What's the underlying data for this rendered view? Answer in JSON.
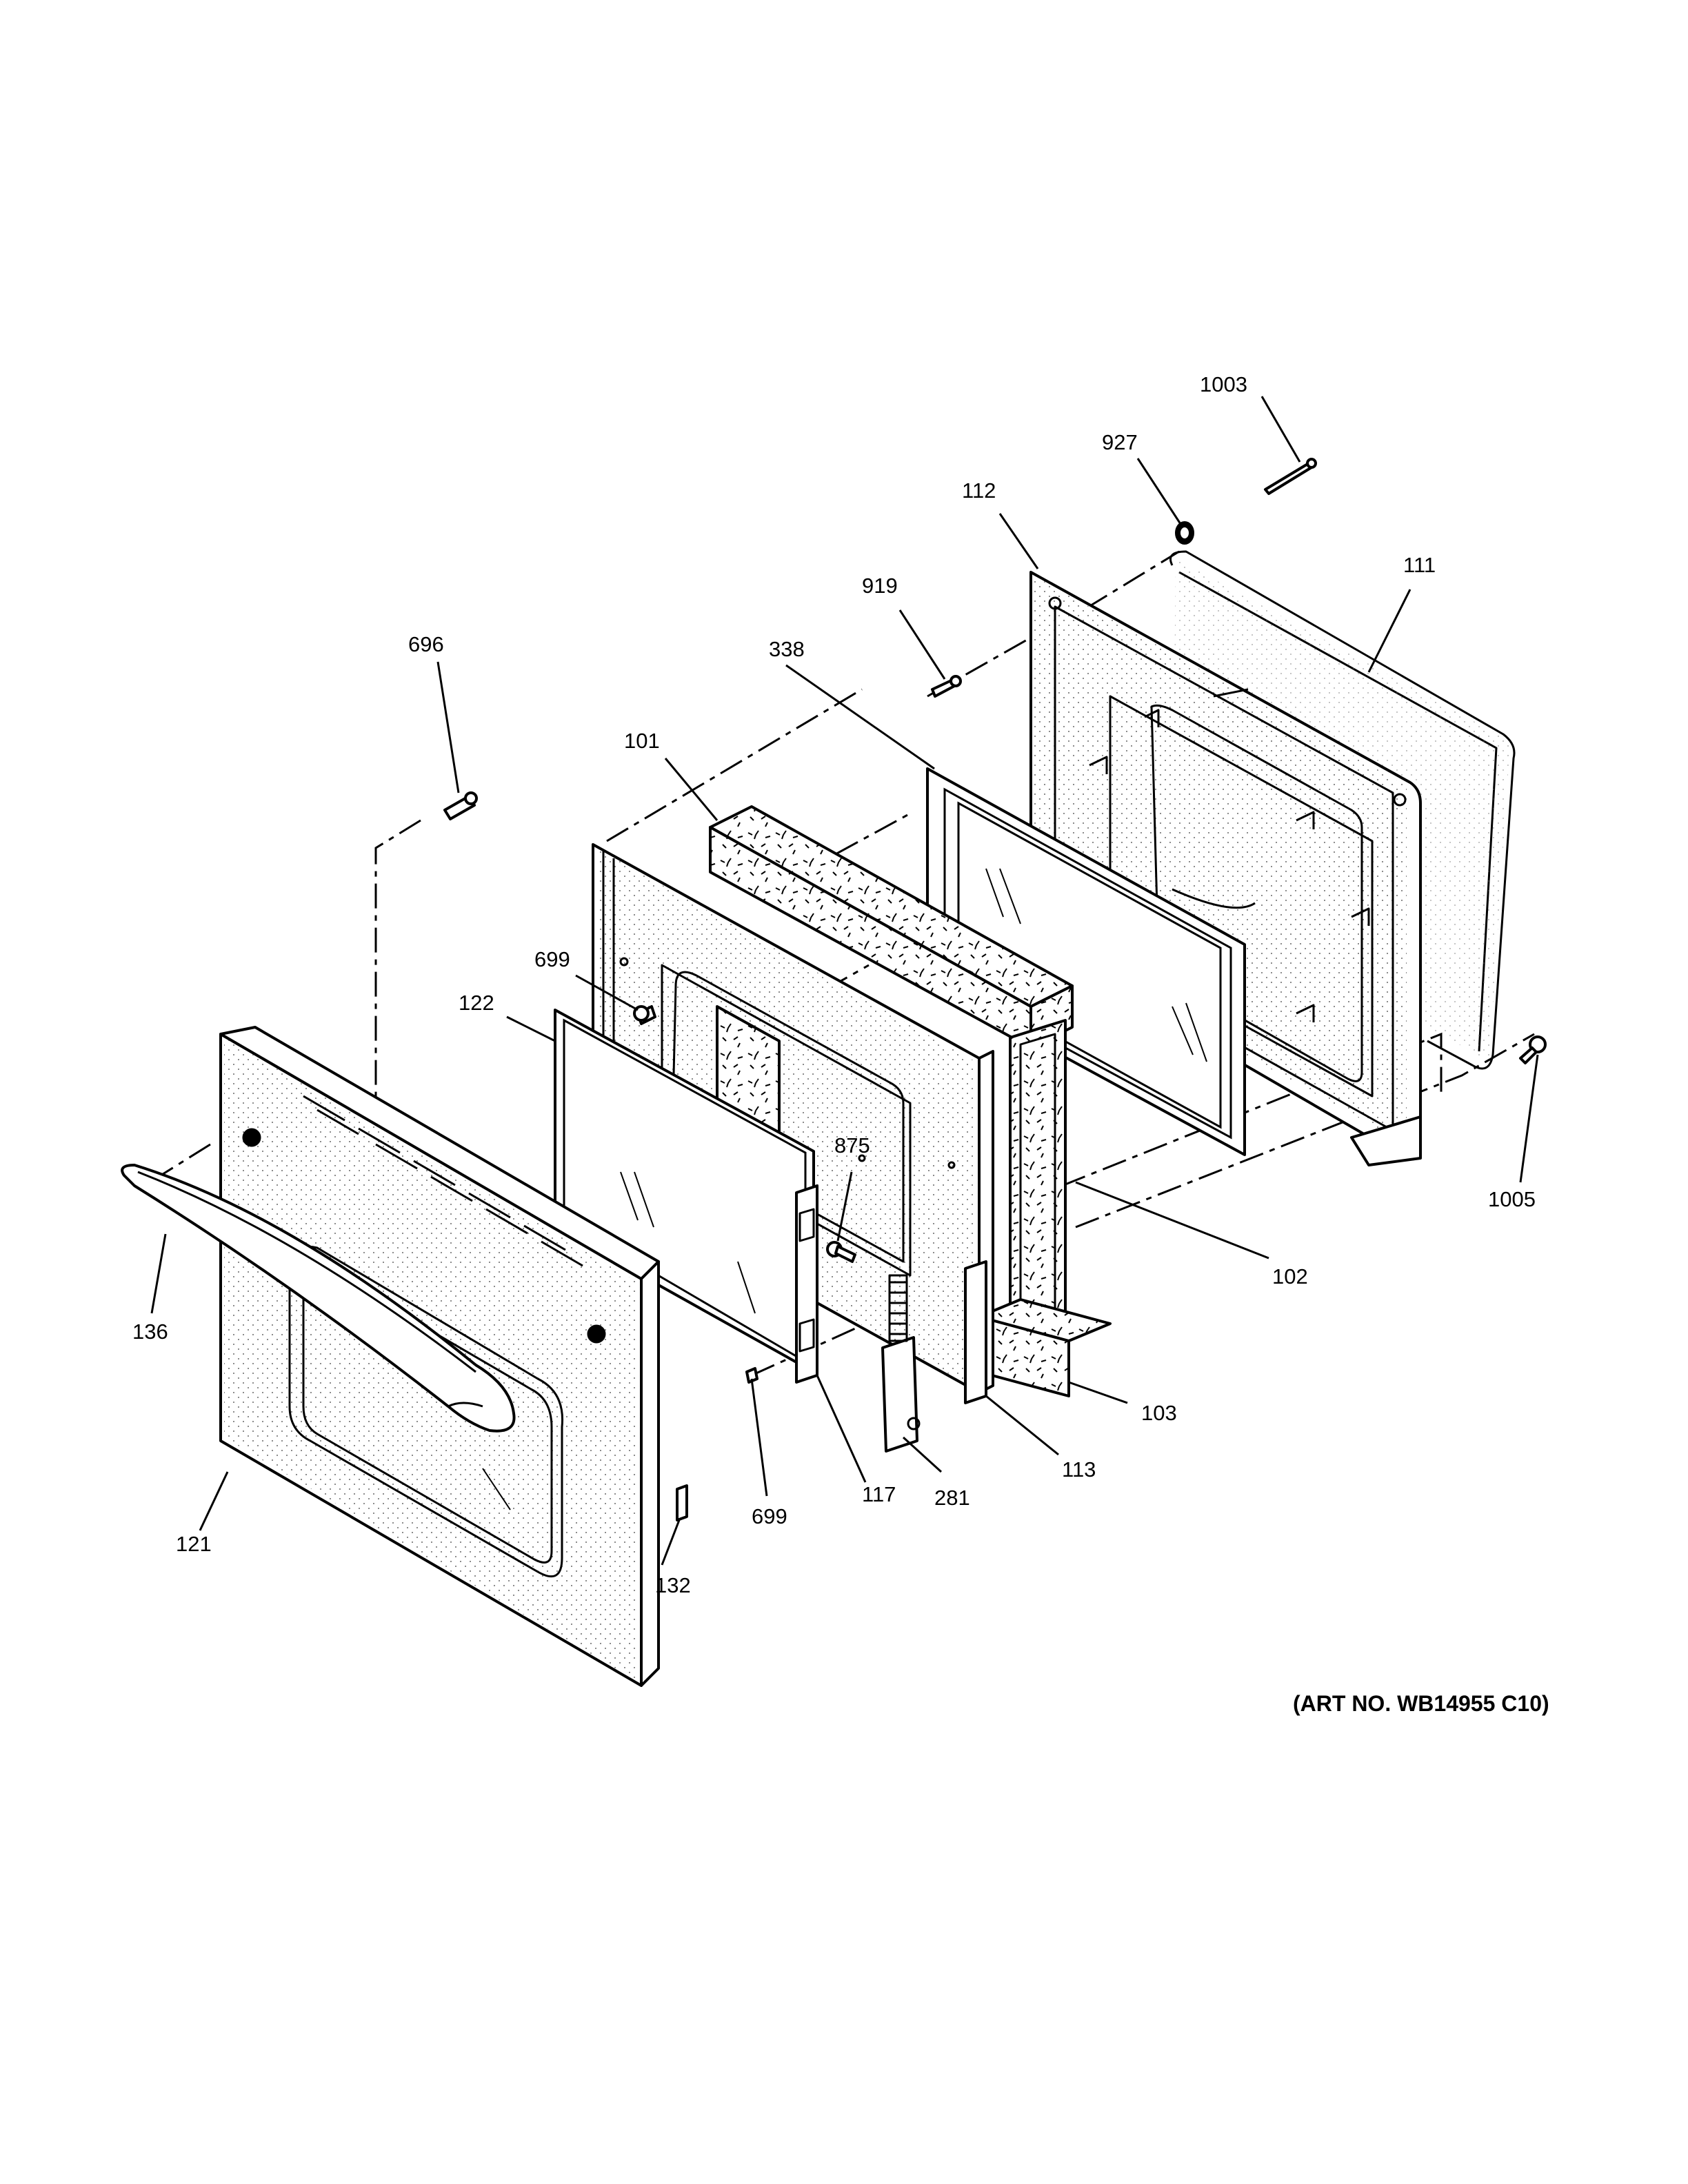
{
  "art_number": "(ART NO. WB14955 C10)",
  "callouts": [
    {
      "id": "p1003",
      "label": "1003"
    },
    {
      "id": "p927",
      "label": "927"
    },
    {
      "id": "p112",
      "label": "112"
    },
    {
      "id": "p111",
      "label": "111"
    },
    {
      "id": "p919",
      "label": "919"
    },
    {
      "id": "p338",
      "label": "338"
    },
    {
      "id": "p696",
      "label": "696"
    },
    {
      "id": "p101",
      "label": "101"
    },
    {
      "id": "p699a",
      "label": "699"
    },
    {
      "id": "p122",
      "label": "122"
    },
    {
      "id": "p875",
      "label": "875"
    },
    {
      "id": "p1005",
      "label": "1005"
    },
    {
      "id": "p102",
      "label": "102"
    },
    {
      "id": "p136",
      "label": "136"
    },
    {
      "id": "p103",
      "label": "103"
    },
    {
      "id": "p113",
      "label": "113"
    },
    {
      "id": "p699b",
      "label": "699"
    },
    {
      "id": "p117",
      "label": "117"
    },
    {
      "id": "p281",
      "label": "281"
    },
    {
      "id": "p121",
      "label": "121"
    },
    {
      "id": "p132",
      "label": "132"
    }
  ]
}
